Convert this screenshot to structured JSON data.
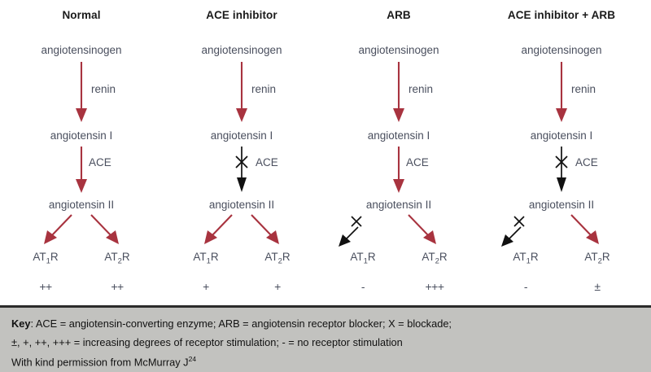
{
  "figure": {
    "type": "renin-angiotensin-system-pathway-diagram",
    "accent_color": "#a8333f",
    "blocked_color": "#000000",
    "text_color": "#4a4f5e",
    "title_color": "#1a1a1a",
    "key_background": "#c2c2bf",
    "diagram_background": "#ffffff"
  },
  "nodes": {
    "angiotensinogen": "angiotensinogen",
    "angiotensin_i": "angiotensin I",
    "angiotensin_ii": "angiotensin II"
  },
  "enzymes": {
    "renin": "renin",
    "ace": "ACE"
  },
  "receptors": {
    "at1r_prefix": "AT",
    "at1r_sub": "1",
    "at1r_suffix": "R",
    "at2r_prefix": "AT",
    "at2r_sub": "2",
    "at2r_suffix": "R"
  },
  "columns": [
    {
      "id": "normal",
      "title": "Normal",
      "renin_arrow": "active",
      "ace_arrow": "active",
      "at1r_arrow": "active",
      "at2r_arrow": "active",
      "at1r_label": "AT1R",
      "at2r_label": "AT2R",
      "at1r_rating": "++",
      "at2r_rating": "++"
    },
    {
      "id": "ace-inhibitor",
      "title": "ACE inhibitor",
      "renin_arrow": "active",
      "ace_arrow": "blocked",
      "at1r_arrow": "active",
      "at2r_arrow": "active",
      "at1r_label": "AT1R",
      "at2r_label": "AT2R",
      "at1r_rating": "+",
      "at2r_rating": "+"
    },
    {
      "id": "arb",
      "title": "ARB",
      "renin_arrow": "active",
      "ace_arrow": "active",
      "at1r_arrow": "blocked",
      "at2r_arrow": "active",
      "at1r_label": "AT1R",
      "at2r_label": "AT2R",
      "at1r_rating": "-",
      "at2r_rating": "+++"
    },
    {
      "id": "ace-inhibitor-plus-arb",
      "title": "ACE inhibitor + ARB",
      "renin_arrow": "active",
      "ace_arrow": "blocked",
      "at1r_arrow": "blocked",
      "at2r_arrow": "active",
      "at1r_label": "AT1R",
      "at2r_label": "AT2R",
      "at1r_rating": "-",
      "at2r_rating": "±"
    }
  ],
  "key": {
    "label": "Key",
    "line1_rest": ": ACE = angiotensin-converting enzyme; ARB = angiotensin receptor blocker;  X = blockade;",
    "line2": "±, +, ++, +++ = increasing degrees of receptor stimulation; - = no receptor stimulation",
    "line3_text": "With kind permission from McMurray J",
    "line3_sup": "24"
  }
}
